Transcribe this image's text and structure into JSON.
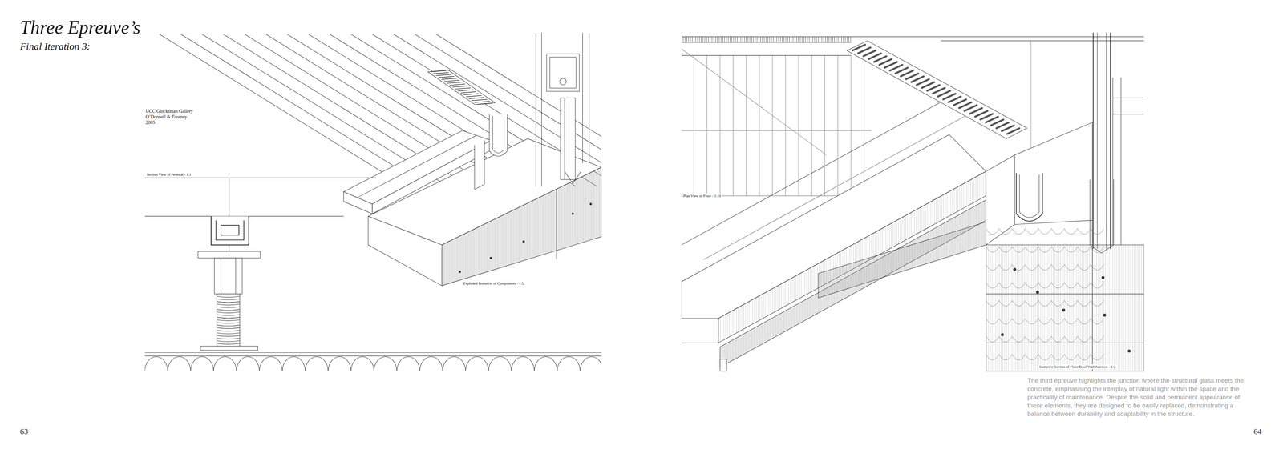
{
  "diagram": {
    "title": "Three Epreuve’s",
    "caption": "The third épreuve highlights the junction where the structural glass meets the concrete, emphasising the interplay of natural light within the space and the practicality of maintenance. Despite the solid and permanent appearance of these elements, they are designed to be easily replaced, demonstrating a balance between durability and adaptability in the structure.",
    "labels": [
      "Final Iteration 3:",
      "UCC Glucksman Gallery",
      "O’Donnell & Tuomey",
      "2005",
      "Section View of Pedestal - 1:1",
      "Exploded Isometric of Components - 1:5",
      "Plan View of Floor - 1:10",
      "Isometric Section of Floor/Roof/Wall Junction - 1:2",
      "63",
      "64"
    ]
  }
}
